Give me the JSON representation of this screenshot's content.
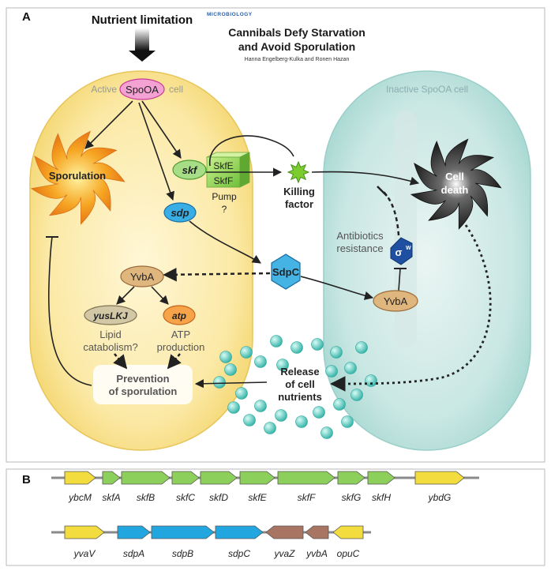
{
  "panel_a": {
    "label": "A",
    "nutrient_limitation": "Nutrient limitation",
    "journal_badge": "MICROBIOLOGY",
    "title_line1": "Cannibals Defy Starvation",
    "title_line2": "and Avoid Sporulation",
    "authors": "Hanna Engelberg-Kulka and Ronen Hazan",
    "active_cell_prefix": "Active",
    "spo0a": "SpoOA",
    "active_cell_suffix": "cell",
    "inactive_cell": "Inactive SpoOA cell",
    "sporulation": "Sporulation",
    "skf": "skf",
    "sdp": "sdp",
    "skfE": "SkfE",
    "skfF": "SkfF",
    "pump": "Pump",
    "pump_q": "?",
    "killing_line1": "Killing",
    "killing_line2": "factor",
    "cell_death_line1": "Cell",
    "cell_death_line2": "death",
    "antibiotics_line1": "Antibiotics",
    "antibiotics_line2": "resistance",
    "sigma": "σ",
    "sigma_sup": "W",
    "sdpC": "SdpC",
    "yvbA_left": "YvbA",
    "yvbA_right": "YvbA",
    "yusLKJ": "yusLKJ",
    "atp": "atp",
    "lipid_line1": "Lipid",
    "lipid_line2": "catabolism?",
    "atp_prod_line1": "ATP",
    "atp_prod_line2": "production",
    "prevention_line1": "Prevention",
    "prevention_line2": "of sporulation",
    "release_line1": "Release",
    "release_line2": "of cell",
    "release_line3": "nutrients"
  },
  "panel_b": {
    "label": "B",
    "operon1": [
      {
        "name": "ybcM",
        "color": "#f2dc3e"
      },
      {
        "name": "skfA",
        "color": "#8ccf5a"
      },
      {
        "name": "skfB",
        "color": "#8ccf5a"
      },
      {
        "name": "skfC",
        "color": "#8ccf5a"
      },
      {
        "name": "skfD",
        "color": "#8ccf5a"
      },
      {
        "name": "skfE",
        "color": "#8ccf5a"
      },
      {
        "name": "skfF",
        "color": "#8ccf5a"
      },
      {
        "name": "skfG",
        "color": "#8ccf5a"
      },
      {
        "name": "skfH",
        "color": "#8ccf5a"
      },
      {
        "name": "ybdG",
        "color": "#f2dc3e"
      }
    ],
    "operon2": [
      {
        "name": "yvaV",
        "color": "#f2dc3e"
      },
      {
        "name": "sdpA",
        "color": "#22a6df"
      },
      {
        "name": "sdpB",
        "color": "#22a6df"
      },
      {
        "name": "sdpC",
        "color": "#22a6df"
      },
      {
        "name": "yvaZ",
        "color": "#a87563"
      },
      {
        "name": "yvbA",
        "color": "#a87563"
      },
      {
        "name": "opuC",
        "color": "#f2dc3e"
      }
    ]
  }
}
